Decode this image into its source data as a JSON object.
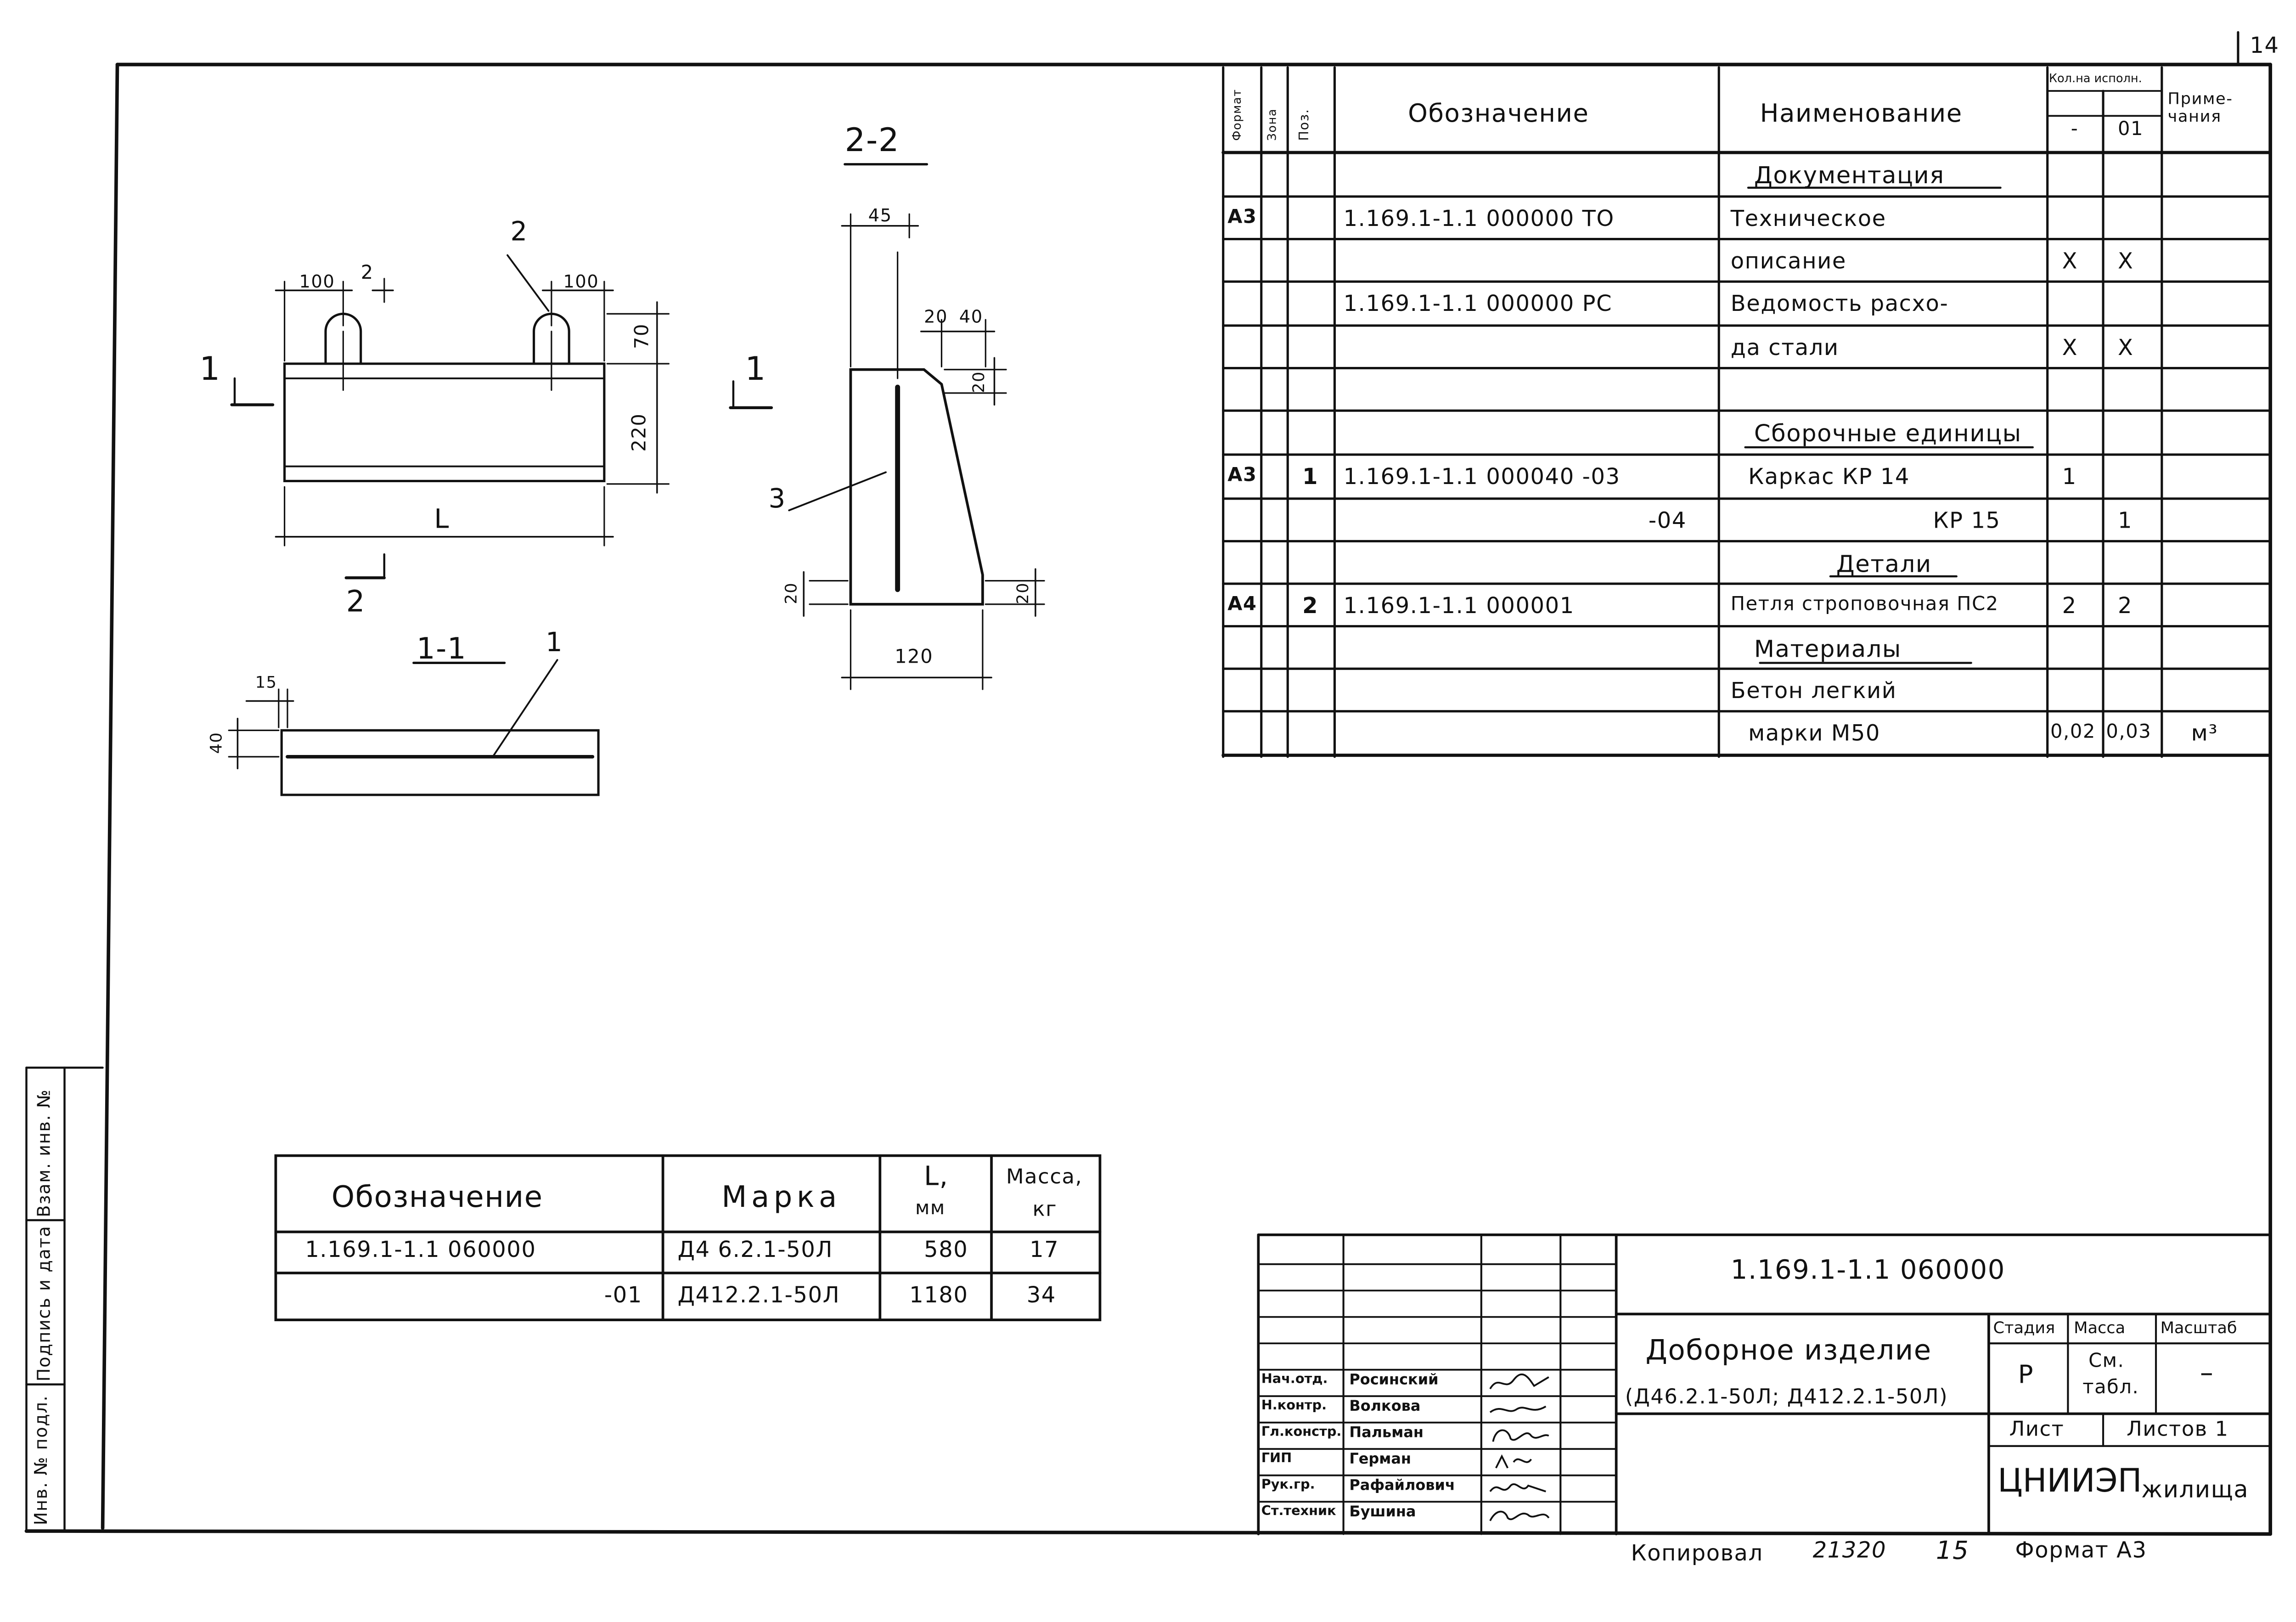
{
  "sheet_number": "14",
  "spec": {
    "headers": {
      "format": "Формат",
      "zone": "Зона",
      "pos": "Поз.",
      "designation": "Обозначение",
      "name": "Наименование",
      "qty_group": "Кол.на исполн.",
      "exec0": "-",
      "exec1": "01",
      "note": "Приме-чания"
    },
    "rows": [
      {
        "format": "",
        "pos": "",
        "designation": "",
        "name": "Документация",
        "q0": "",
        "q1": "",
        "note": ""
      },
      {
        "format": "А3",
        "pos": "",
        "designation": "1.169.1-1.1 000000 ТО",
        "name": "Техническое",
        "q0": "",
        "q1": "",
        "note": ""
      },
      {
        "format": "",
        "pos": "",
        "designation": "",
        "name": "описание",
        "q0": "Х",
        "q1": "Х",
        "note": ""
      },
      {
        "format": "",
        "pos": "",
        "designation": "1.169.1-1.1 000000 РС",
        "name": "Ведомость расхо-",
        "q0": "",
        "q1": "",
        "note": ""
      },
      {
        "format": "",
        "pos": "",
        "designation": "",
        "name": "да стали",
        "q0": "Х",
        "q1": "Х",
        "note": ""
      },
      {
        "format": "",
        "pos": "",
        "designation": "",
        "name": "",
        "q0": "",
        "q1": "",
        "note": ""
      },
      {
        "format": "",
        "pos": "",
        "designation": "",
        "name": "Сборочные единицы",
        "q0": "",
        "q1": "",
        "note": ""
      },
      {
        "format": "А3",
        "pos": "1",
        "designation": "1.169.1-1.1 000040 -03",
        "name": "Каркас КР 14",
        "q0": "1",
        "q1": "",
        "note": ""
      },
      {
        "format": "",
        "pos": "",
        "designation": "-04",
        "name": "КР 15",
        "q0": "",
        "q1": "1",
        "note": ""
      },
      {
        "format": "",
        "pos": "",
        "designation": "",
        "name": "Детали",
        "q0": "",
        "q1": "",
        "note": ""
      },
      {
        "format": "А4",
        "pos": "2",
        "designation": "1.169.1-1.1 000001",
        "name": "Петля строповочная ПС2",
        "q0": "2",
        "q1": "2",
        "note": ""
      },
      {
        "format": "",
        "pos": "",
        "designation": "",
        "name": "Материалы",
        "q0": "",
        "q1": "",
        "note": ""
      },
      {
        "format": "",
        "pos": "",
        "designation": "",
        "name": "Бетон легкий",
        "q0": "",
        "q1": "",
        "note": ""
      },
      {
        "format": "",
        "pos": "",
        "designation": "",
        "name": "марки М50",
        "q0": "0,02",
        "q1": "0,03",
        "note": "м³"
      }
    ]
  },
  "drawing": {
    "section_22": "2-2",
    "section_11": "1-1",
    "dims": {
      "d100a": "100",
      "d2": "2",
      "d100b": "100",
      "d70": "70",
      "d220": "220",
      "L": "L",
      "d45": "45",
      "d20a": "20",
      "d40": "40",
      "d20b": "20",
      "d20c": "20",
      "d20d": "20",
      "d120": "120",
      "d15": "15",
      "d40b": "40"
    },
    "leaders": {
      "p2": "2",
      "p3": "3",
      "p1": "1"
    },
    "cuts": {
      "c1_left": "1",
      "c2_bottom": "2",
      "c1_mid": "1"
    }
  },
  "marks_table": {
    "headers": {
      "designation": "Обозначение",
      "mark": "Марка",
      "L": "L,",
      "L_unit": "мм",
      "mass": "Масса,",
      "mass_unit": "кг"
    },
    "rows": [
      {
        "designation": "1.169.1-1.1 060000",
        "mark": "Д4 6.2.1-50Л",
        "L": "580",
        "mass": "17"
      },
      {
        "designation": "-01",
        "mark": "Д412.2.1-50Л",
        "L": "1180",
        "mass": "34"
      }
    ]
  },
  "side_stamp": {
    "inv_orig": "Инв. № подл.",
    "sign_date": "Подпись и дата",
    "inv_replace": "Взам. инв. №"
  },
  "title_block": {
    "doc_code": "1.169.1-1.1 060000",
    "product_title": "Доборное изделие",
    "product_marks": "(Д46.2.1-50Л; Д412.2.1-50Л)",
    "stage_label": "Стадия",
    "mass_label": "Масса",
    "scale_label": "Масштаб",
    "stage_value": "Р",
    "mass_value_1": "См.",
    "mass_value_2": "табл.",
    "scale_value": "–",
    "sheet_label": "Лист",
    "sheets_label": "Листов 1",
    "org_main": "ЦНИИЭП",
    "org_sub": "жилища",
    "signers": [
      {
        "role": "Нач.отд.",
        "name": "Росинский"
      },
      {
        "role": "Н.контр.",
        "name": "Волкова"
      },
      {
        "role": "Гл.констр.",
        "name": "Пальман"
      },
      {
        "role": "ГИП",
        "name": "Герман"
      },
      {
        "role": "Рук.гр.",
        "name": "Рафайлович"
      },
      {
        "role": "Ст.техник",
        "name": "Бушина"
      }
    ]
  },
  "footer": {
    "copied": "Копировал",
    "copied_num": "21320",
    "copied_page": "15",
    "format": "Формат А3"
  }
}
